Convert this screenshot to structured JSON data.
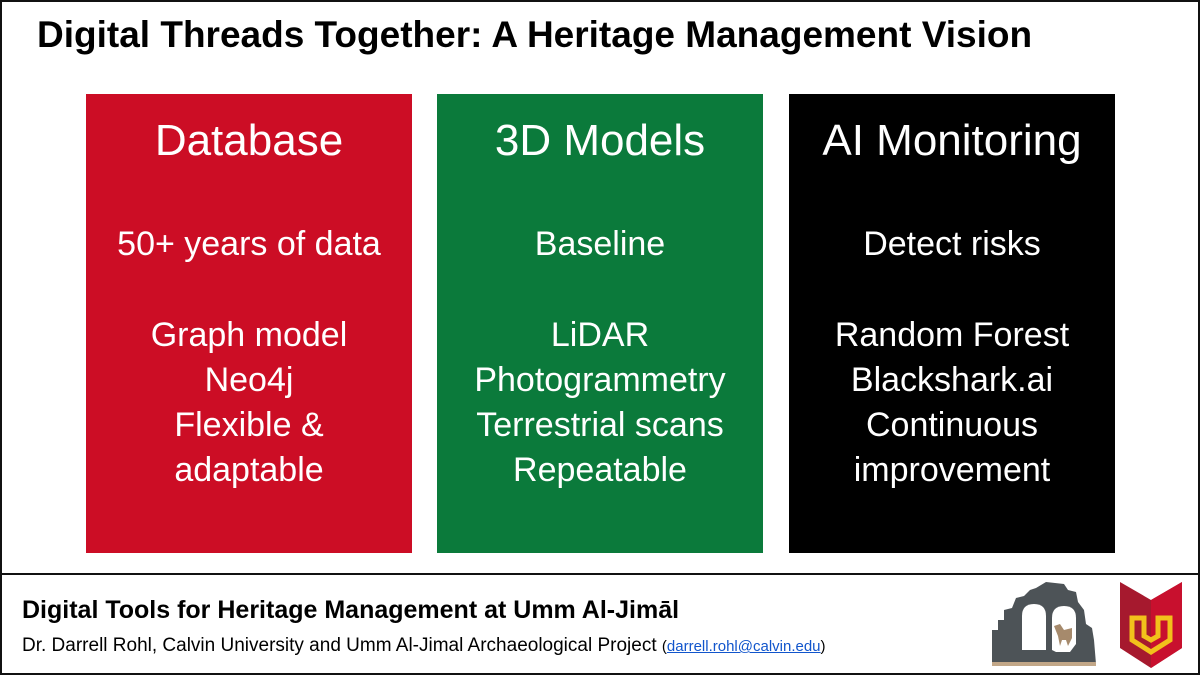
{
  "title": "Digital Threads Together: A Heritage Management Vision",
  "columns": [
    {
      "heading": "Database",
      "subtitle": "50+ years of data",
      "items": [
        "Graph model",
        "Neo4j",
        "Flexible &",
        "adaptable"
      ],
      "color": "#cc0d25"
    },
    {
      "heading": "3D Models",
      "subtitle": "Baseline",
      "items": [
        "LiDAR",
        "Photogrammetry",
        "Terrestrial scans",
        "Repeatable"
      ],
      "color": "#0b7a3b"
    },
    {
      "heading": "AI Monitoring",
      "subtitle": "Detect risks",
      "items": [
        "Random Forest",
        "Blackshark.ai",
        "Continuous",
        "improvement"
      ],
      "color": "#000000"
    }
  ],
  "footer": {
    "title": "Digital Tools for Heritage Management at Umm Al-Jimāl",
    "subtitle": "Dr. Darrell Rohl, Calvin University and Umm Al-Jimal Archaeological Project",
    "email_open": "(",
    "email": "darrell.rohl@calvin.edu",
    "email_close": ")"
  }
}
